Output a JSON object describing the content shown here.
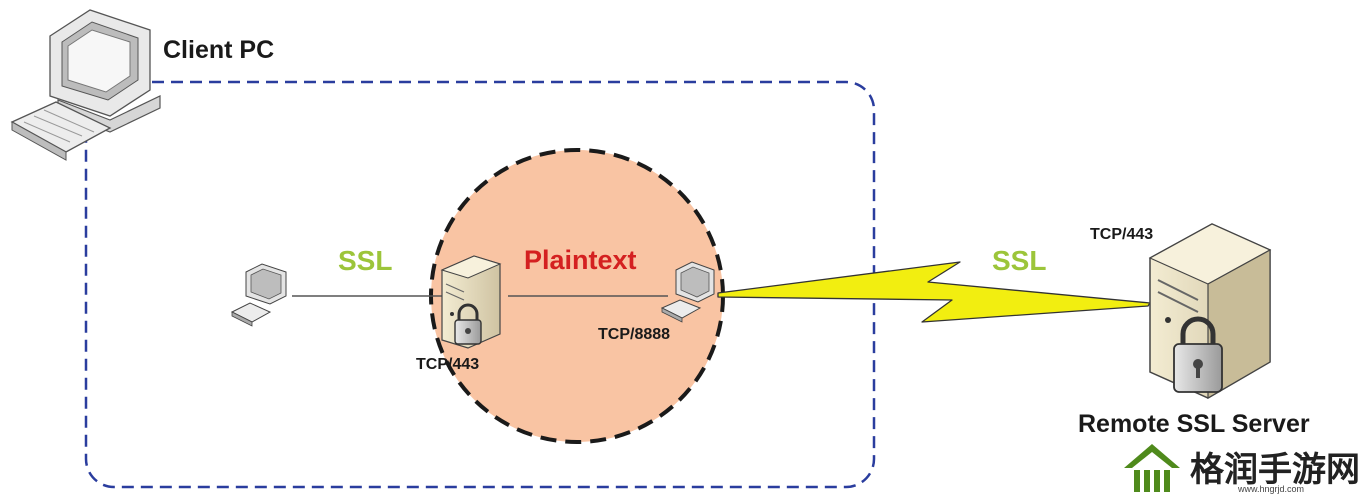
{
  "labels": {
    "client_pc": "Client PC",
    "ssl_left": "SSL",
    "plaintext": "Plaintext",
    "ssl_right": "SSL",
    "tcp_443_proxy": "TCP/443",
    "tcp_8888": "TCP/8888",
    "tcp_443_server": "TCP/443",
    "remote_server": "Remote SSL Server"
  },
  "watermark": {
    "text": "格润手游网",
    "url": "www.hngrjd.com"
  },
  "colors": {
    "boundary": "#2a3d9e",
    "plaintext_zone": "#f9c4a3",
    "plaintext_text": "#d42020",
    "ssl_text": "#9cc53a",
    "lightning": "#f2ee10",
    "watermark_green": "#4f8a1c"
  },
  "icons": [
    "desktop-computer-icon",
    "small-computer-icon",
    "server-icon",
    "padlock-icon",
    "lightning-link-icon"
  ]
}
